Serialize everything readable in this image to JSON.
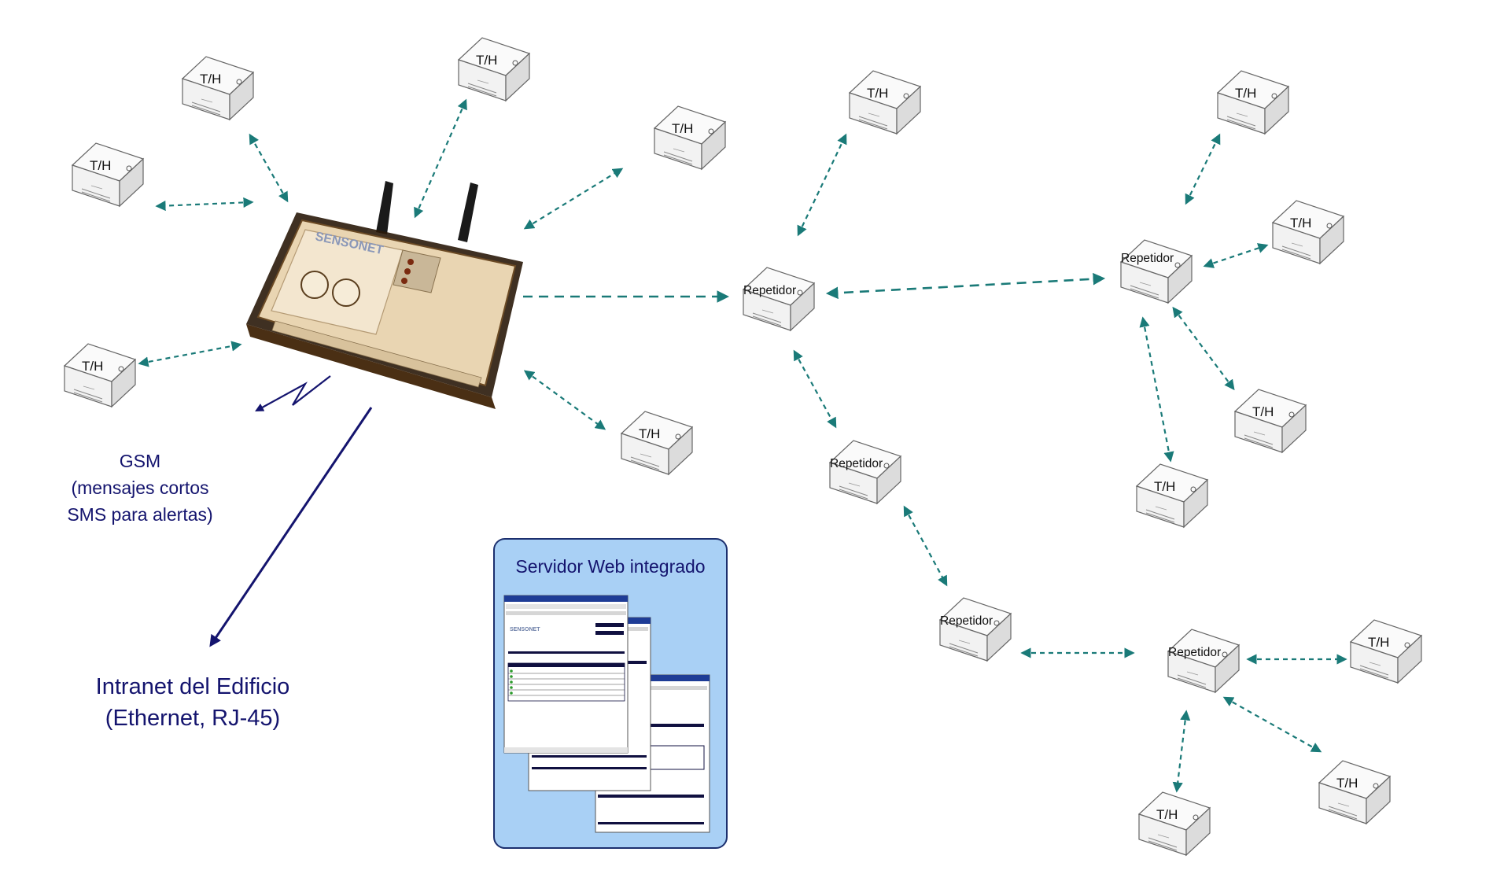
{
  "labels": {
    "th": "T/H",
    "repeater": "Repetidor",
    "gsm_line1": "GSM",
    "gsm_line2": "(mensajes cortos",
    "gsm_line3": "SMS para alertas)",
    "intranet_line1": "Intranet del Edificio",
    "intranet_line2": "(Ethernet, RJ-45)",
    "web_server_title": "Servidor Web integrado",
    "gateway_brand": "SENSONET"
  },
  "colors": {
    "arrow": "#1a7a78",
    "navy": "#14146e",
    "panel_fill": "#a9d0f5",
    "panel_border": "#1c2f6e",
    "gateway_body": "#3a2410",
    "gateway_face": "#e9d5b2"
  },
  "icons": {
    "sensor": "sensor-box-icon",
    "repeater": "repeater-box-icon",
    "gateway": "gateway-device-icon",
    "gsm": "lightning-bolt-icon",
    "screens": "browser-screenshot-icon"
  }
}
